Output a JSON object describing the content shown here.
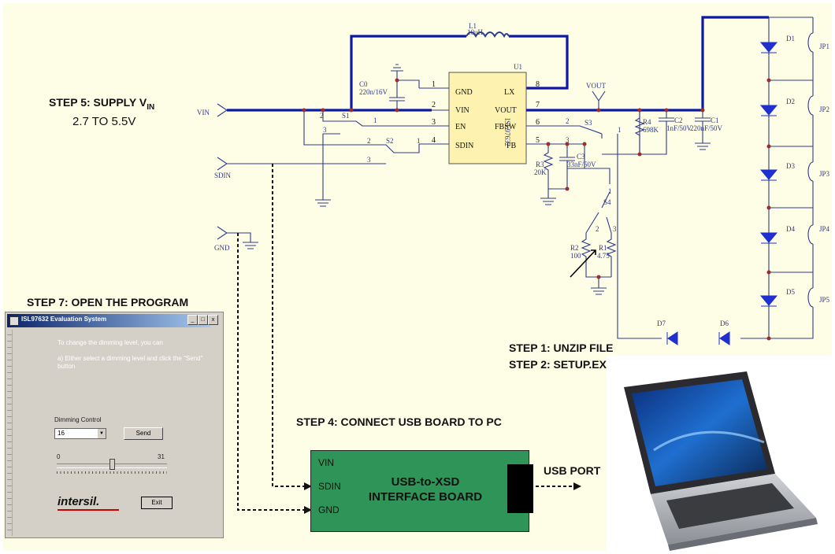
{
  "steps": {
    "step5_prefix": "STEP 5: SUPPLY V",
    "step5_sub": "IN",
    "step5_range": "2.7 TO 5.5V",
    "step7": "STEP 7: OPEN THE PROGRAM",
    "step1": "STEP 1: UNZIP FILE",
    "step2": "STEP 2: SETUP.EXE",
    "step4": "STEP 4: CONNECT USB BOARD TO PC",
    "usb_port": "USB PORT"
  },
  "schematic": {
    "terminals": {
      "vin": "VIN",
      "sdin": "SDIN",
      "gnd": "GND",
      "vout": "VOUT"
    },
    "ic": {
      "ref": "U1",
      "part": "ISL97632",
      "pins_left": [
        {
          "num": "1",
          "name": "GND"
        },
        {
          "num": "2",
          "name": "VIN"
        },
        {
          "num": "3",
          "name": "EN"
        },
        {
          "num": "4",
          "name": "SDIN"
        }
      ],
      "pins_right": [
        {
          "num": "8",
          "name": "LX"
        },
        {
          "num": "7",
          "name": "VOUT"
        },
        {
          "num": "6",
          "name": "FBSW"
        },
        {
          "num": "5",
          "name": "FB"
        }
      ]
    },
    "inductor": {
      "ref": "L1",
      "value": "10uH"
    },
    "caps": {
      "c0_ref": "C0",
      "c0_val": "220n/16V",
      "c1_ref": "C1",
      "c1_val": "220nF/50V",
      "c2_ref": "C2",
      "c2_val": "1nF/50V",
      "c3_ref": "C3",
      "c3_val": "33nF/50V"
    },
    "resistors": {
      "r1_ref": "R1",
      "r1_val": "4.75",
      "r2_ref": "R2",
      "r2_val": "100",
      "r3_ref": "R3",
      "r3_val": "20K",
      "r4_ref": "R4",
      "r4_val": "698K"
    },
    "switches": {
      "s1": "S1",
      "s2": "S2",
      "s3": "S3",
      "s4": "S4"
    },
    "switch_pins": {
      "p1": "1",
      "p2": "2",
      "p3": "3"
    },
    "leds": [
      "D1",
      "D2",
      "D3",
      "D4",
      "D5"
    ],
    "jumpers": [
      "JP1",
      "JP2",
      "JP3",
      "JP4",
      "JP5"
    ],
    "diodes": {
      "d6": "D6",
      "d7": "D7"
    }
  },
  "app": {
    "title": "ISL97632 Evaluation System",
    "btn_min": "_",
    "btn_max": "□",
    "btn_close": "x",
    "instruction_line1": "To change the dimming level, you can",
    "instruction_line2": "a) Either select a dimming level and click the \"Send\" button",
    "dimming_label": "Dimming Control",
    "dimming_value": "16",
    "dropdown_arrow": "▼",
    "send_label": "Send",
    "slider_min": "0",
    "slider_max": "31",
    "slider_level": 0.5,
    "logo": "intersil.",
    "exit_label": "Exit"
  },
  "board": {
    "pin_vin": "VIN",
    "pin_sdin": "SDIN",
    "pin_gnd": "GND",
    "title_line1": "USB-to-XSD",
    "title_line2": "INTERFACE BOARD"
  },
  "colors": {
    "background": "#fefde6",
    "wire": "#2e3a8c",
    "bold_wire": "#0d1aa0",
    "junction": "#9c2d2d",
    "ic_fill": "#fdf2b0",
    "board": "#2e9457",
    "led": "#1f2fd0"
  }
}
